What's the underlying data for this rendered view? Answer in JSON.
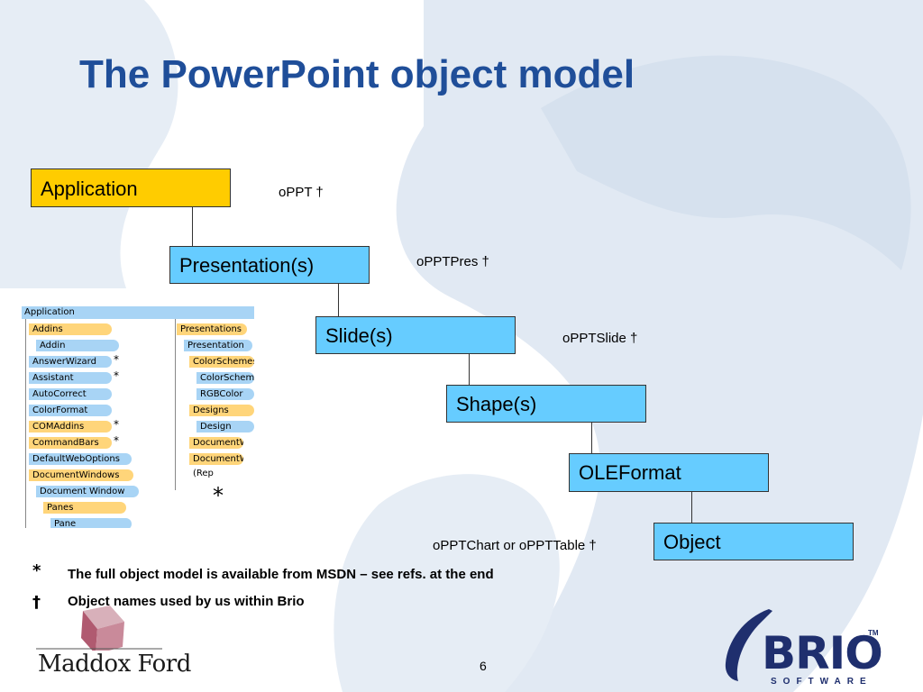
{
  "slide": {
    "title": "The PowerPoint object model",
    "page_number": "6"
  },
  "hierarchy": [
    {
      "label": "Application",
      "var": "oPPT  †"
    },
    {
      "label": "Presentation(s)",
      "var": "oPPTPres  †"
    },
    {
      "label": "Slide(s)",
      "var": "oPPTSlide  †"
    },
    {
      "label": "Shape(s)",
      "var": ""
    },
    {
      "label": "OLEFormat",
      "var": ""
    },
    {
      "label": "Object",
      "var": "oPPTChart or oPPTTable  †"
    }
  ],
  "notes": [
    {
      "symbol": "*",
      "text": "The full object model is available from MSDN – see refs. at the end"
    },
    {
      "symbol": "†",
      "text": "Object names used by us within Brio"
    }
  ],
  "object_model": {
    "header": "Application",
    "left_column": [
      {
        "label": "Addins",
        "star": ""
      },
      {
        "label": "Addin",
        "star": ""
      },
      {
        "label": "AnswerWizard",
        "star": "*"
      },
      {
        "label": "Assistant",
        "star": "*"
      },
      {
        "label": "AutoCorrect",
        "star": ""
      },
      {
        "label": "ColorFormat",
        "star": ""
      },
      {
        "label": "COMAddins",
        "star": "*"
      },
      {
        "label": "CommandBars",
        "star": "*"
      },
      {
        "label": "DefaultWebOptions",
        "star": ""
      },
      {
        "label": "DocumentWindows",
        "star": ""
      },
      {
        "label": "Document Window",
        "star": ""
      },
      {
        "label": "Panes",
        "star": ""
      },
      {
        "label": "Pane",
        "star": ""
      }
    ],
    "right_column": [
      {
        "label": "Presentations"
      },
      {
        "label": "Presentation"
      },
      {
        "label": "ColorSchemes"
      },
      {
        "label": "ColorScheme"
      },
      {
        "label": "RGBColor"
      },
      {
        "label": "Designs"
      },
      {
        "label": "Design"
      },
      {
        "label": "DocumentWindows"
      },
      {
        "label": "DocumentWindow"
      },
      {
        "label": "(Rep"
      }
    ],
    "footnote_star": "*"
  },
  "logos": {
    "left": "Maddox Ford",
    "right_word": "BRIO",
    "right_sub": "SOFTWARE",
    "right_tm": "TM"
  },
  "colors": {
    "title": "#1f4e99",
    "node_blue": "#66ccff",
    "node_yellow": "#ffcc00",
    "background_shape": "#dfe8f2"
  }
}
